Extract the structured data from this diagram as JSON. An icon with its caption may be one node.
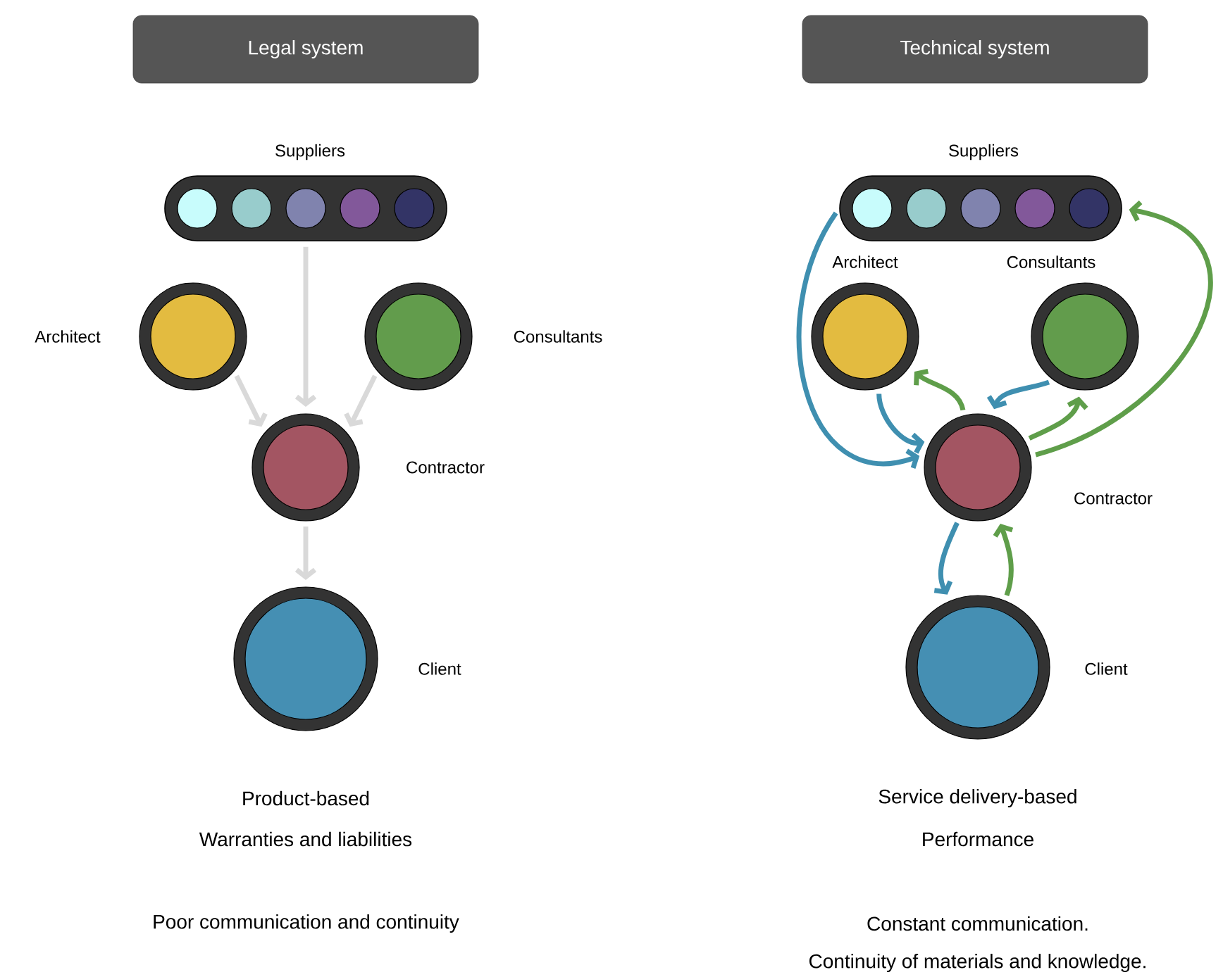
{
  "diagram": {
    "nodes": [
      {
        "text": [
          "Legal system"
        ]
      },
      {
        "text": [
          "Suppliers"
        ]
      },
      {
        "text": [
          "Architect"
        ]
      },
      {
        "text": [
          "Consultants"
        ]
      },
      {
        "text": [
          "Contractor"
        ]
      },
      {
        "text": [
          "Client"
        ]
      },
      {
        "text": [
          "Technical system"
        ]
      },
      {
        "text": [
          "Suppliers"
        ]
      },
      {
        "text": [
          "Architect"
        ]
      },
      {
        "text": [
          "Consultants"
        ]
      },
      {
        "text": [
          "Contractor"
        ]
      },
      {
        "text": [
          "Client"
        ]
      }
    ],
    "edges": [
      {
        "from": 1,
        "to": 4,
        "arrow": "to",
        "color": "#d9d9d9"
      },
      {
        "from": 2,
        "to": 4,
        "arrow": "to",
        "color": "#d9d9d9"
      },
      {
        "from": 3,
        "to": 4,
        "arrow": "to",
        "color": "#d9d9d9"
      },
      {
        "from": 4,
        "to": 5,
        "arrow": "to",
        "color": "#d9d9d9"
      },
      {
        "from": 7,
        "to": 10,
        "arrow": "to",
        "color": "#3f8fb0"
      },
      {
        "from": 10,
        "to": 7,
        "arrow": "to",
        "color": "#5f9e4a"
      },
      {
        "from": 8,
        "to": 10,
        "arrow": "to",
        "color": "#3f8fb0"
      },
      {
        "from": 10,
        "to": 8,
        "arrow": "to",
        "color": "#5f9e4a"
      },
      {
        "from": 9,
        "to": 10,
        "arrow": "to",
        "color": "#3f8fb0"
      },
      {
        "from": 10,
        "to": 9,
        "arrow": "to",
        "color": "#5f9e4a"
      },
      {
        "from": 10,
        "to": 11,
        "arrow": "to",
        "color": "#3f8fb0"
      },
      {
        "from": 11,
        "to": 10,
        "arrow": "to",
        "color": "#5f9e4a"
      }
    ],
    "labels": [
      "Product-based",
      "Service delivery-based",
      "Warranties and liabilities",
      "Performance",
      "Poor communication and continuity",
      "Constant communication.",
      "Continuity of materials and knowledge."
    ]
  }
}
